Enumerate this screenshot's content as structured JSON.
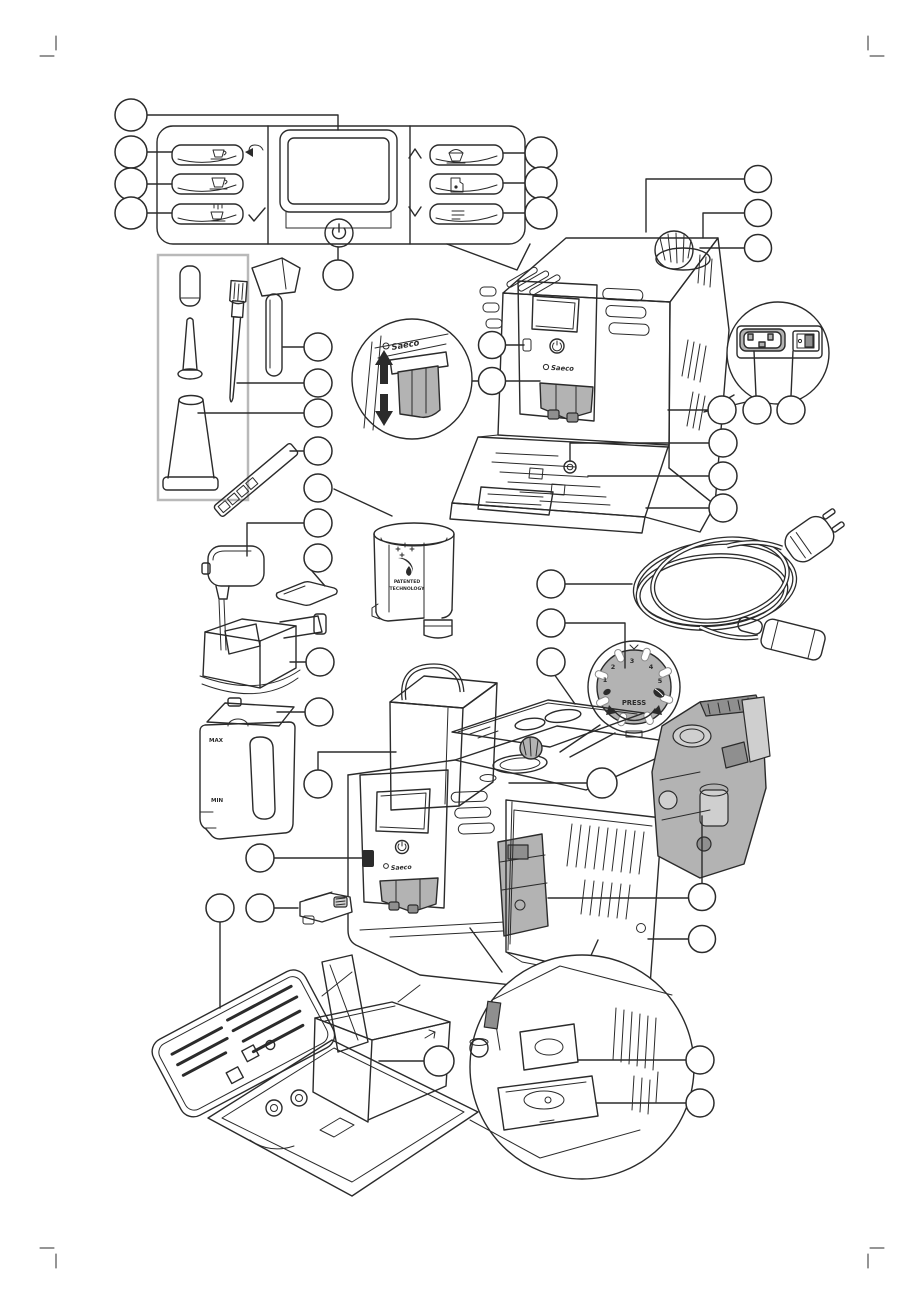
{
  "document": {
    "kind": "appliance-parts-overview-diagram",
    "subject": "automatic espresso machine exploded parts view with empty numbered callout circles",
    "background": "#ffffff",
    "ink_color": "#2b2b2b",
    "gray_fill": "#b3b3b3",
    "accessory_box_color": "#b9b9b9"
  },
  "brand": {
    "name": "Saeco"
  },
  "labels": {
    "press": "PRESS",
    "patented": "PATENTED",
    "technology": "TECHNOLOGY",
    "max": "MAX",
    "min": "MIN"
  },
  "grinder_dial": {
    "numbers": [
      "1",
      "2",
      "3",
      "4",
      "5"
    ]
  },
  "callouts": {
    "shape": "empty-circle",
    "count": 41
  }
}
